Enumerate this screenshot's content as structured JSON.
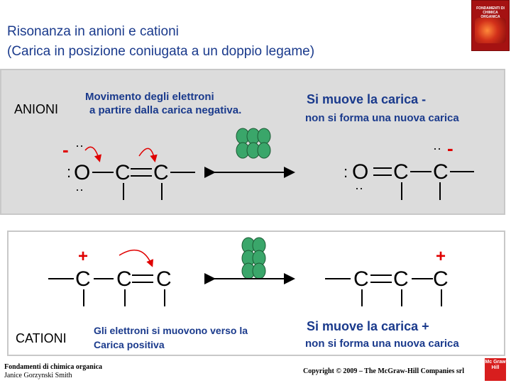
{
  "title": {
    "line1": "Risonanza in anioni  e cationi",
    "line2": "(Carica in posizione coniugata a un doppio legame)"
  },
  "book_cover": {
    "text": "FONDAMENTI DI CHIMICA ORGANICA"
  },
  "anioni": {
    "label": "ANIONI",
    "movement_line1": "Movimento degli elettroni",
    "movement_line2": "a partire dalla carica negativa.",
    "result_line1": "Si muove la carica -",
    "result_line2": "non si forma una nuova carica",
    "left": {
      "atom1": "O",
      "atom2": "C",
      "atom3": "C",
      "lone_pair": "··",
      "charge": "-"
    },
    "right": {
      "atom1": "O",
      "atom2": "C",
      "atom3": "C",
      "lone_pair": "··",
      "charge": "-"
    }
  },
  "cationi": {
    "label": "CATIONI",
    "movement_line1": "Gli elettroni si muovono verso la",
    "movement_line2": "Carica positiva",
    "result_line1": "Si muove la carica +",
    "result_line2": "non si forma una nuova carica",
    "left": {
      "atom1": "C",
      "atom2": "C",
      "atom3": "C",
      "charge": "+"
    },
    "right": {
      "atom1": "C",
      "atom2": "C",
      "atom3": "C",
      "charge": "+"
    }
  },
  "footer": {
    "book_title": "Fondamenti di chimica organica",
    "author": "Janice Gorzynski Smith",
    "copyright": "Copyright © 2009 – The McGraw-Hill Companies srl",
    "logo": "Mc Graw Hill"
  },
  "colors": {
    "title": "#1a3a8c",
    "charge": "#e00000",
    "orbital": "#3aa66a",
    "panel": "#dcdcdc"
  }
}
